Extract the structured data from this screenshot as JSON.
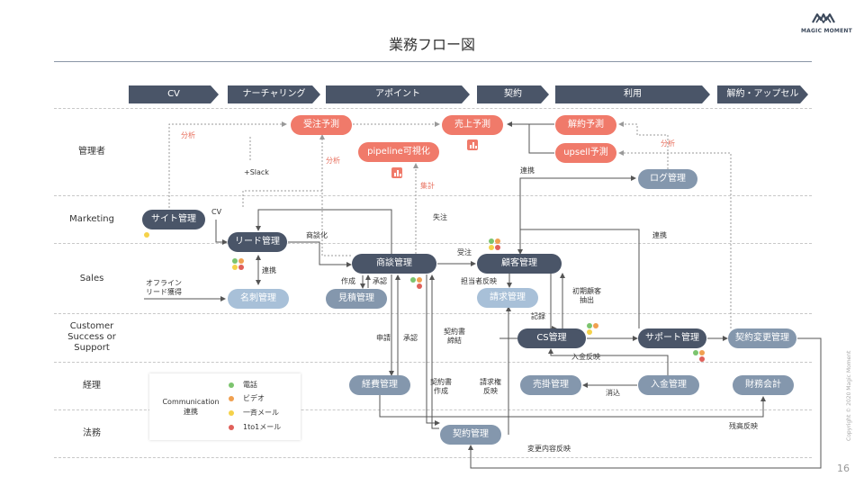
{
  "title": "業務フロー図",
  "logo": "MAGIC MOMENT",
  "page_number": "16",
  "copyright": "Copyright © 2020 Magic Moment",
  "phases": [
    "CV",
    "ナーチャリング",
    "アポイント",
    "契約",
    "利用",
    "解約・アップセル"
  ],
  "lanes": [
    "管理者",
    "Marketing",
    "Sales",
    "Customer Success or Support",
    "経理",
    "法務"
  ],
  "nodes": {
    "juchu_yosoku": "受注予測",
    "uriage_yosoku": "売上予測",
    "kaiyaku_yosoku": "解約予測",
    "upsell_yosoku": "upsell予測",
    "pipeline": "pipeline可視化",
    "log_kanri": "ログ管理",
    "site_kanri": "サイト管理",
    "lead_kanri": "リード管理",
    "meishi_kanri": "名刺管理",
    "shodan_kanri": "商談管理",
    "mitsumori_kanri": "見積管理",
    "kokyaku_kanri": "顧客管理",
    "seikyu_kanri": "請求管理",
    "cs_kanri": "CS管理",
    "support_kanri": "サポート管理",
    "keiyaku_henko_kanri": "契約変更管理",
    "keihi_kanri": "経費管理",
    "uriage_kanri": "売掛管理",
    "nyukin_kanri": "入金管理",
    "zaimu_kaikei": "財務会計",
    "keiyaku_kanri": "契約管理"
  },
  "edge_labels": {
    "bunseki_1": "分析",
    "bunseki_2": "分析",
    "bunseki_3": "分析",
    "slack": "+Slack",
    "shukei": "集計",
    "renkei_top": "連携",
    "cv": "CV",
    "shitchu": "失注",
    "renkei_right": "連携",
    "shodanka": "商談化",
    "juchu": "受注",
    "renkei_lead": "連携",
    "offline": "オフライン\nリード獲得",
    "sakusei": "作成",
    "shonin_1": "承認",
    "tantosha": "担当者反映",
    "shoki_kokyaku": "初期顧客\n抽出",
    "kiroku": "記録",
    "shinsei": "申請",
    "shonin_2": "承認",
    "keiyakusho_teiketsu": "契約書\n締結",
    "nyukin_hanei": "入金反映",
    "keiyakusho_sakusei": "契約書\n作成",
    "seikyuken_hanei": "請求権\n反映",
    "keshikomi": "消込",
    "zandaka_hanei": "残高反映",
    "henko_naiyo": "変更内容反映"
  },
  "legend": {
    "title": "Communication\n連携",
    "items": [
      {
        "label": "電話",
        "color": "#7cc46e"
      },
      {
        "label": "ビデオ",
        "color": "#f0a050"
      },
      {
        "label": "一斉メール",
        "color": "#f5d24a"
      },
      {
        "label": "1to1メール",
        "color": "#e0605a"
      }
    ]
  },
  "colors": {
    "node_dark": "#4a5568",
    "node_light": "#a8c0d8",
    "node_red": "#f07a6a",
    "phase_bg": "#4a5568"
  }
}
